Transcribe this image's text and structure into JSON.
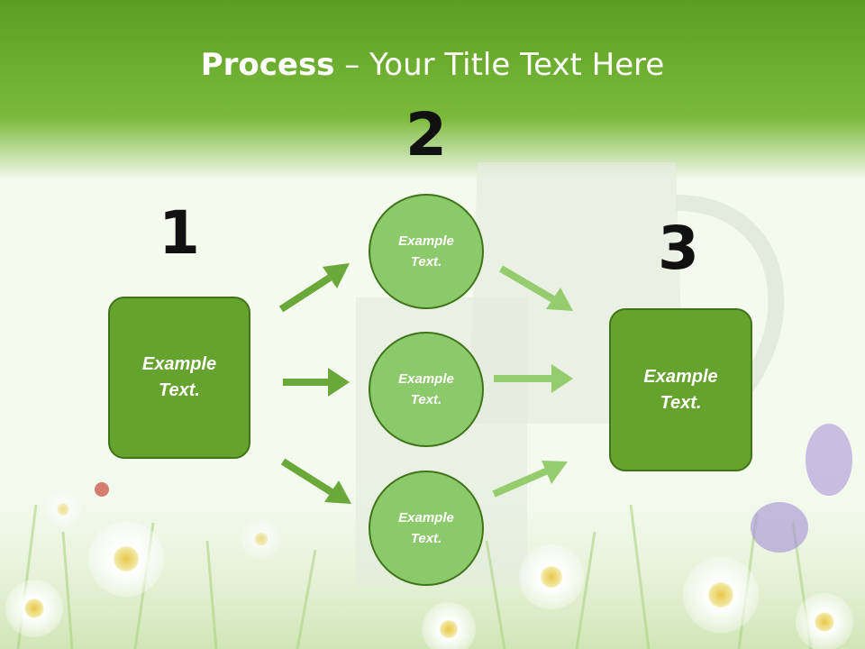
{
  "title": {
    "bold": "Process",
    "rest": " – Your Title Text Here"
  },
  "steps": [
    {
      "number": "1",
      "text": "Example\nText."
    },
    {
      "number": "2",
      "items": [
        "Example\nText.",
        "Example\nText.",
        "Example\nText."
      ]
    },
    {
      "number": "3",
      "text": "Example\nText."
    }
  ],
  "colors": {
    "header": "#6aac2e",
    "box": "#65a32e",
    "circle": "#8cc96a",
    "arrow_dark": "#6aa83a",
    "arrow_light": "#94cc6e"
  }
}
